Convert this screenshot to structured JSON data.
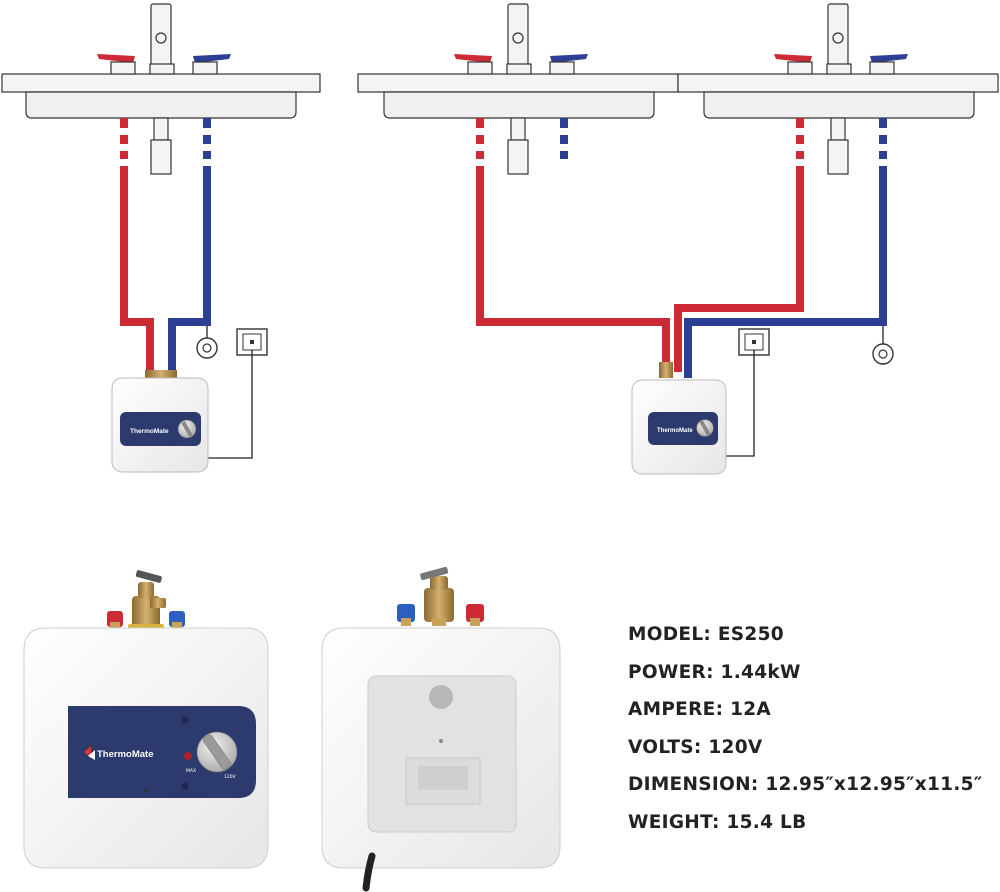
{
  "brand": "ThermoMate",
  "dial_labels": {
    "max": "MAX",
    "voltage": "120V"
  },
  "colors": {
    "hot": "#cc2a35",
    "cold": "#2d3f95",
    "panel": "#2c3a6e",
    "brass": "#b08a45",
    "sink": "#f4f4f4",
    "outline": "#333333"
  },
  "icons": [
    "faucet-icon",
    "hot-handle-icon",
    "cold-handle-icon",
    "outlet-icon",
    "valve-icon",
    "relief-valve-icon"
  ],
  "specs": [
    {
      "label": "MODEL:",
      "value": "ES250"
    },
    {
      "label": "POWER:",
      "value": "1.44kW"
    },
    {
      "label": "AMPERE:",
      "value": "12A"
    },
    {
      "label": "VOLTS:",
      "value": "120V"
    },
    {
      "label": "DIMENSION:",
      "value": "12.95″x12.95″x11.5″"
    },
    {
      "label": "WEIGHT:",
      "value": "15.4 LB"
    }
  ]
}
